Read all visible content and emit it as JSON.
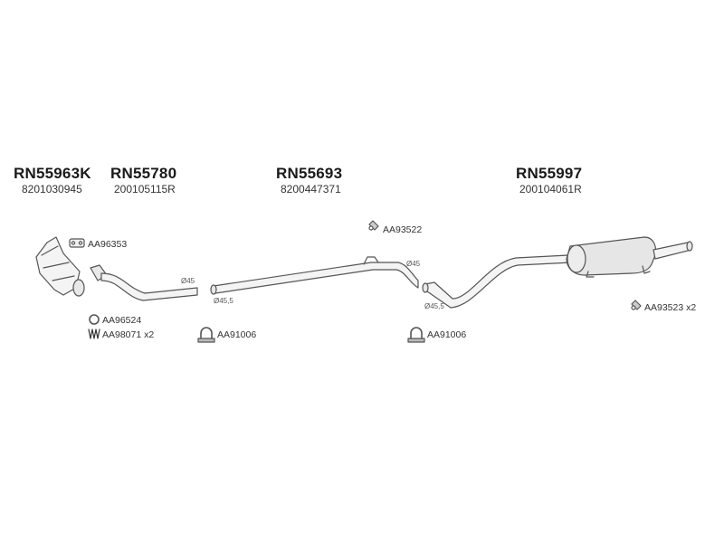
{
  "colors": {
    "pipe_fill": "#f4f4f4",
    "pipe_stroke": "#555555",
    "muffler_fill": "#e6e6e6",
    "text": "#222222"
  },
  "sections": [
    {
      "part_number": "RN55963K",
      "oem_number": "8201030945"
    },
    {
      "part_number": "RN55780",
      "oem_number": "200105115R"
    },
    {
      "part_number": "RN55693",
      "oem_number": "8200447371"
    },
    {
      "part_number": "RN55997",
      "oem_number": "200104061R"
    }
  ],
  "accessories": {
    "gasket_top": "AA96353",
    "ring": "AA96524",
    "spring": "AA98071 x2",
    "clamp_1": "AA91006",
    "hanger_mid": "AA93522",
    "clamp_2": "AA91006",
    "hanger_rear": "AA93523 x2"
  },
  "dimensions": {
    "d1": "Ø45",
    "d2": "Ø45,5",
    "d3": "Ø45",
    "d4": "Ø45,5"
  }
}
